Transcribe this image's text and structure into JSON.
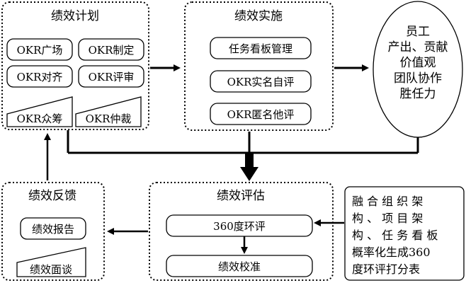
{
  "plan": {
    "title": "绩效计划",
    "items": [
      "OKR广场",
      "OKR制定",
      "OKR对齐",
      "OKR评审",
      "OKR众筹",
      "OKR仲裁"
    ]
  },
  "implement": {
    "title": "绩效实施",
    "items": [
      "任务看板管理",
      "OKR实名自评",
      "OKR匿名他评"
    ]
  },
  "employee": {
    "lines": [
      "员工",
      "产出、贡献",
      "价值观",
      "团队协作",
      "胜任力"
    ]
  },
  "feedback": {
    "title": "绩效反馈",
    "items": [
      "绩效报告",
      "绩效面谈"
    ]
  },
  "evaluate": {
    "title": "绩效评估",
    "items": [
      "360度环评",
      "绩效校准"
    ]
  },
  "note": {
    "lines": [
      "融 合 组 织 架",
      "构 、 项 目 架",
      "构 、 任 务 看 板",
      "概率化生成360",
      "度环评打分表"
    ]
  }
}
